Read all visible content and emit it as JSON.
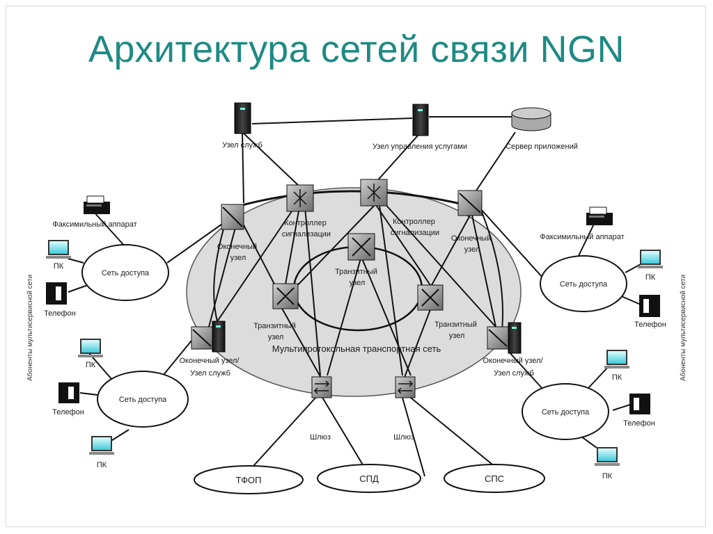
{
  "title": "Архитектура сетей связи NGN",
  "labels": {
    "service_node_top": "Узел служб",
    "service_mgmt_node": "Узел управления услугами",
    "app_server": "Сервер приложений",
    "signal_ctrl_left": [
      "Контроллер",
      "сигнализации"
    ],
    "signal_ctrl_right": [
      "Контроллер",
      "сигнализации"
    ],
    "end_node_left": [
      "Оконечный",
      "узел"
    ],
    "end_node_right": [
      "Оконечный",
      "узел"
    ],
    "transit_center": [
      "Транзитный",
      "узел"
    ],
    "transit_left": [
      "Транзитный",
      "узел"
    ],
    "transit_right": [
      "Транзитный",
      "узел"
    ],
    "transport_network": "Мультипротокольная транспортная сеть",
    "end_service_left": [
      "Оконечный узел/",
      "Узел служб"
    ],
    "end_service_right": [
      "Оконечный узел/",
      "Узел служб"
    ],
    "gateway_left": "Шлюз",
    "gateway_right": "Шлюз",
    "fax_left": "Факсимильный аппарат",
    "fax_right": "Факсимильный аппарат",
    "pc": "ПК",
    "phone": "Телефон",
    "access_network": "Сеть доступа",
    "tfop": "ТФОП",
    "spd": "СПД",
    "sps": "СПС",
    "subscribers": "Абоненты мультисервисной сети"
  }
}
